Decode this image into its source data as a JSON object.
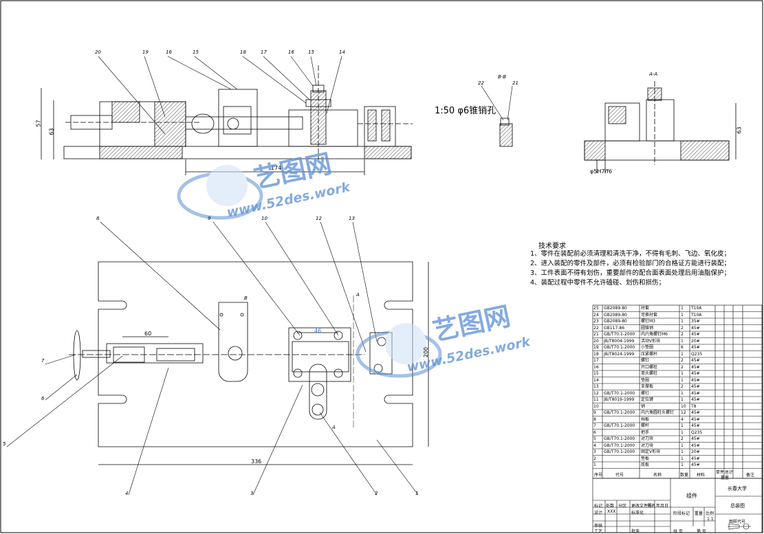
{
  "part_labels_top": [
    "20",
    "19",
    "16",
    "15",
    "18",
    "17",
    "16",
    "15",
    "14"
  ],
  "part_labels_bottom": [
    "8",
    "9",
    "10",
    "12",
    "13",
    "7",
    "6",
    "5",
    "4",
    "3",
    "2",
    "1"
  ],
  "section_labels": {
    "bb": "B-B",
    "aa": "A-A",
    "a1": "A",
    "a2": "A",
    "b1": "B"
  },
  "balloons_bb": [
    "22",
    "21"
  ],
  "taper_note": "1:50 φ6锥销孔",
  "dims": {
    "d57": "57",
    "d63": "63",
    "d174": "174",
    "d63b": "63",
    "fit": "φ5H7/f6",
    "d60": "60",
    "d46": "46",
    "d200": "200",
    "d336": "336"
  },
  "watermark": {
    "logo": "艺图网",
    "url": "www.52des.work"
  },
  "tech_req": {
    "title": "技术要求",
    "lines": [
      "1、零件在装配前必须清理和清洗干净，不得有毛刺、飞边、氧化皮；",
      "2、进入装配的零件及部件，必须有检验部门的合格证方能进行装配；",
      "3、工件表面不得有划伤，重要部件的配合面表面处理后用油脂保护；",
      "4、装配过程中零件不允许磕碰、划伤和损伤；"
    ]
  },
  "bom": {
    "rows": [
      [
        "25",
        "GB2089-80",
        "衬套",
        "1",
        "T10A"
      ],
      [
        "24",
        "GB2089-80",
        "可换衬套",
        "1",
        "T10A"
      ],
      [
        "23",
        "GB2089-80",
        "螺钉M3",
        "1",
        "35#"
      ],
      [
        "22",
        "GB117-86",
        "圆锥销",
        "2",
        "45#"
      ],
      [
        "21",
        "GB/T70.1-2000",
        "内六角螺钉M6",
        "2",
        "45#"
      ],
      [
        "20",
        "JB/T8004-1999",
        "活动V形块",
        "1",
        "20#"
      ],
      [
        "19",
        "GB/T70.1-2000",
        "小垫圈",
        "6",
        "45#"
      ],
      [
        "18",
        "JB/T8024-1999",
        "压紧螺杆",
        "1",
        "Q235"
      ],
      [
        "17",
        "",
        "螺钉",
        "2",
        "45#"
      ],
      [
        "16",
        "",
        "开口螺栓",
        "2",
        "45#"
      ],
      [
        "15",
        "",
        "单头螺柱",
        "1",
        "45#"
      ],
      [
        "14",
        "",
        "垫圈",
        "1",
        "45#"
      ],
      [
        "13",
        "",
        "支撑板",
        "2",
        "45#"
      ],
      [
        "12",
        "GB/T70.1-2000",
        "螺钉",
        "1",
        "45#"
      ],
      [
        "11",
        "JB/T8019-1999",
        "定位键",
        "1",
        "45#"
      ],
      [
        "10",
        "",
        "销",
        "10",
        "T8"
      ],
      [
        "9",
        "GB/T70.1-2000",
        "内六角圆柱头螺钉",
        "12",
        "45#"
      ],
      [
        "8",
        "",
        "挡板",
        "4",
        "45#"
      ],
      [
        "7",
        "GB/T70.1-2000",
        "螺杆",
        "1",
        "45#"
      ],
      [
        "6",
        "",
        "把手",
        "1",
        "Q235"
      ],
      [
        "5",
        "GB/T70.1-2000",
        "对刀块",
        "2",
        "45#"
      ],
      [
        "4",
        "GB/T70.1-2000",
        "对刀块",
        "1",
        "45#"
      ],
      [
        "3",
        "GB/T70.1-2000",
        "固定V形块",
        "1",
        "20#"
      ],
      [
        "2",
        "",
        "垫板",
        "1",
        "45#"
      ],
      [
        "1",
        "",
        "底板",
        "1",
        "45#"
      ]
    ],
    "header": {
      "no": "序号",
      "code": "代号",
      "name": "名称",
      "qty": "数量",
      "mat": "材料",
      "unit": "单件",
      "total": "总计",
      "weight": "重量",
      "remark": "备注"
    }
  },
  "title_block": {
    "assembly": "组件",
    "school": "长春大学",
    "drawing_name": "总装图",
    "scale": "1:1",
    "scale_label": "比例",
    "weight_label": "重量",
    "stage_label": "阶段标记",
    "drawing_no_label": "图样代号",
    "sheets": "共 页",
    "sheet": "第 页",
    "mark_label": "标记",
    "count_label": "处数",
    "zone_label": "分区",
    "change_label": "更改文件号",
    "sign_label": "签名",
    "date_label": "年月日",
    "design_label": "设计",
    "std_label": "标准化",
    "check_label": "审核",
    "process_label": "工艺",
    "approve_label": "批准",
    "designer": "XXX"
  }
}
